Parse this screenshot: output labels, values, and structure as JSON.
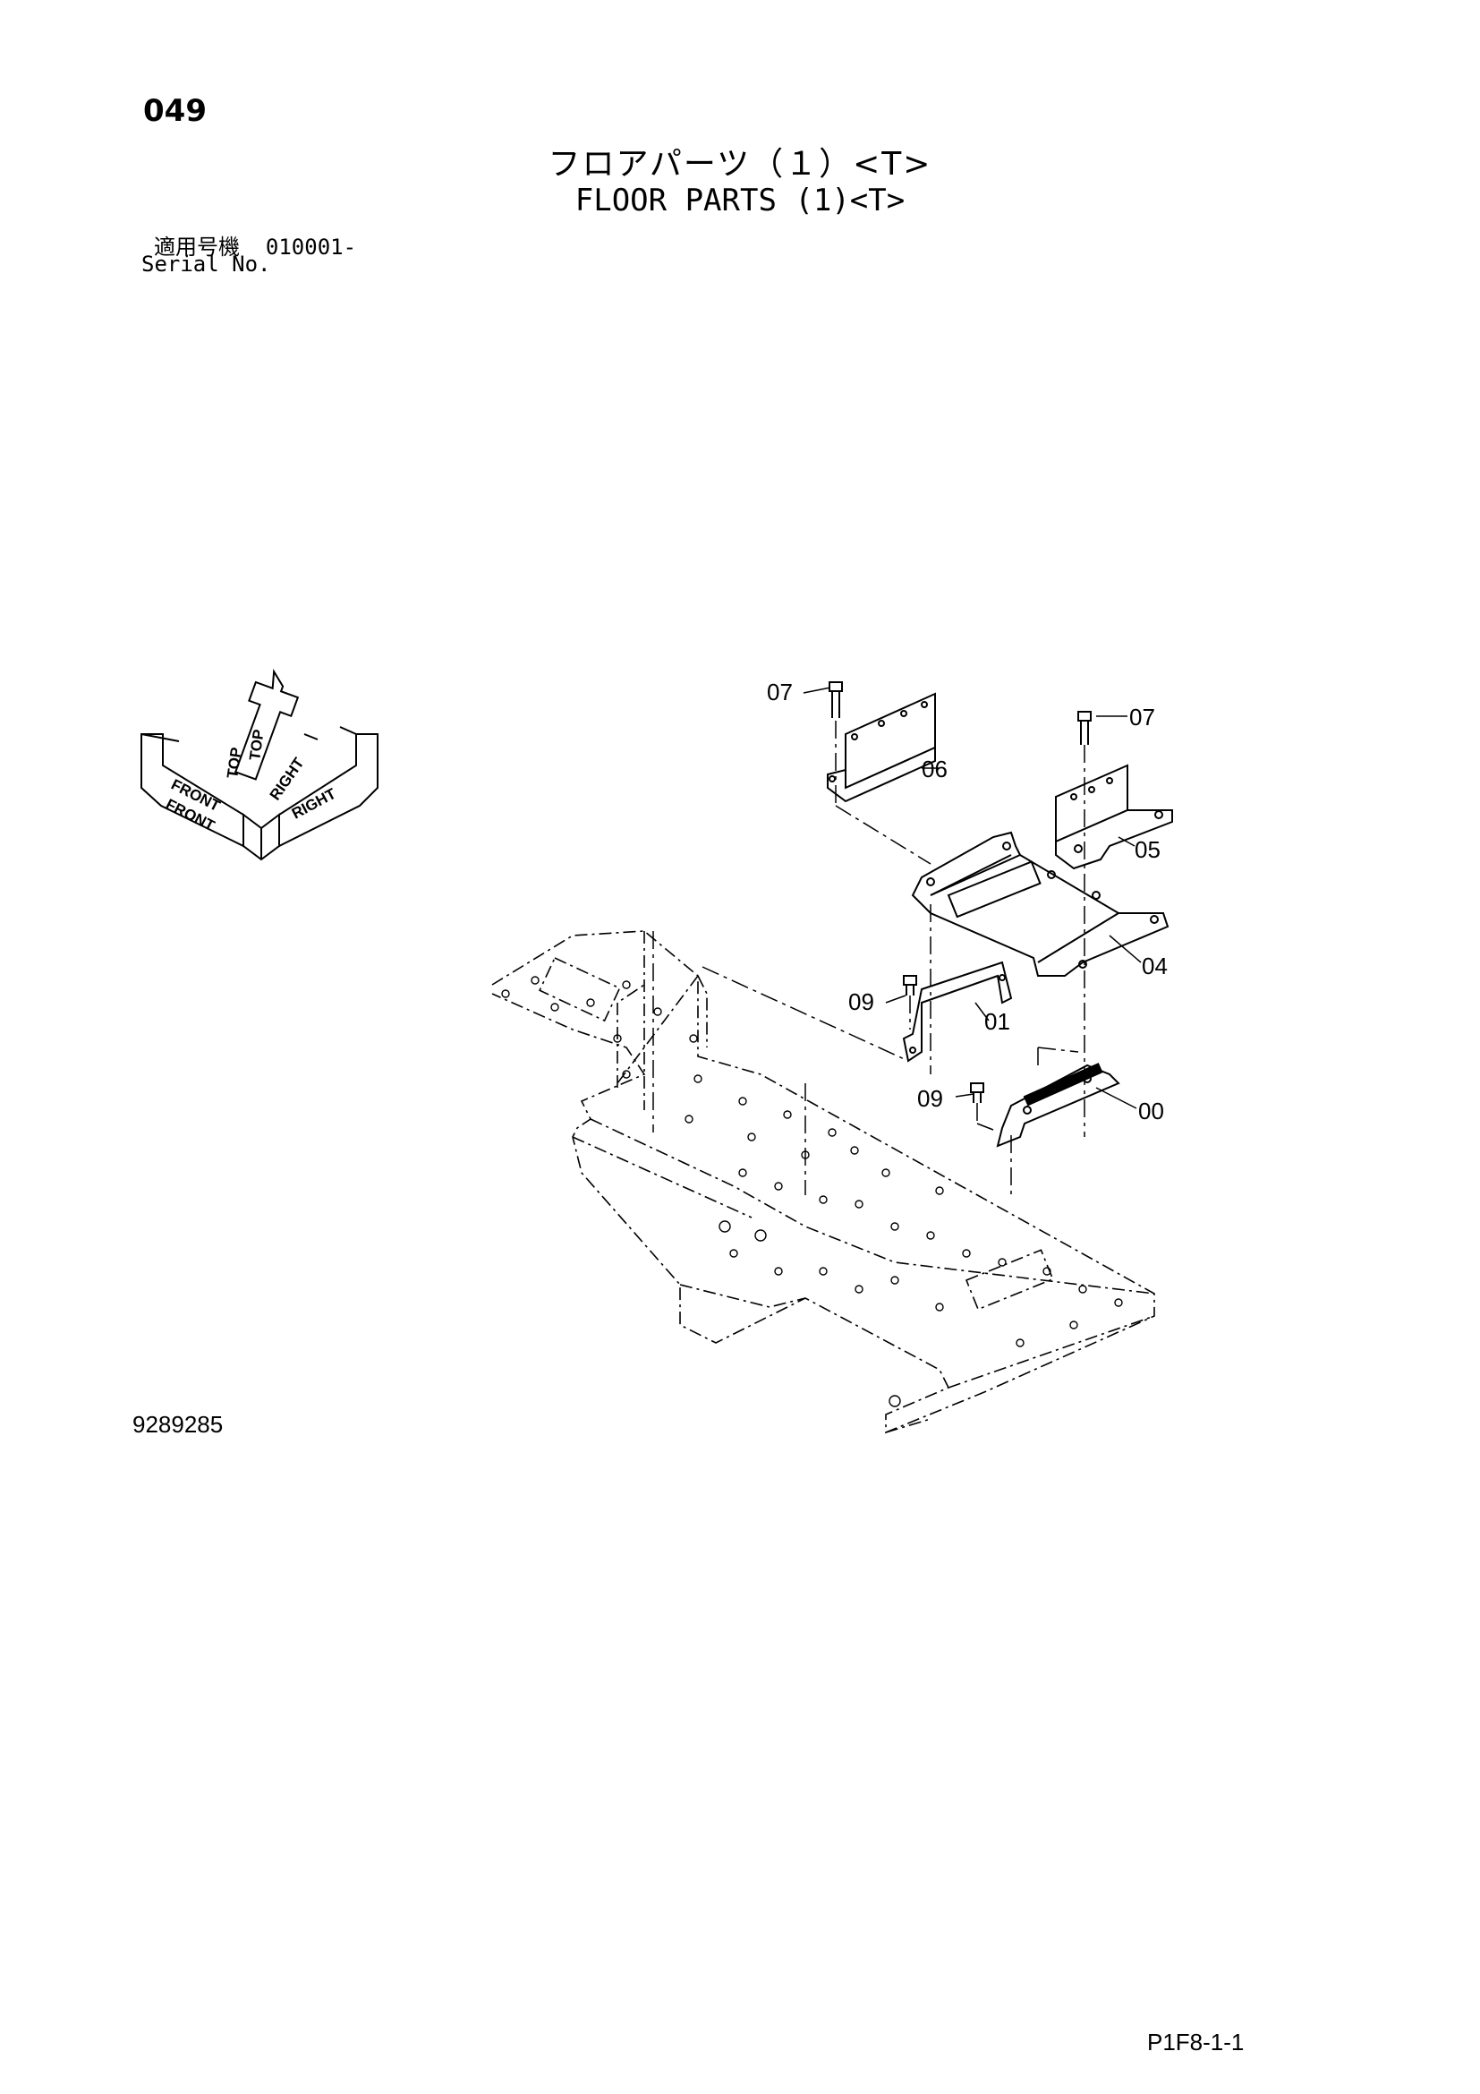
{
  "header": {
    "page_number": "049",
    "title_jp": "フロアパーツ（１）<T>",
    "title_en": "FLOOR PARTS (1)<T>",
    "serial_label_jp": "適用号機",
    "serial_value": "010001-",
    "serial_label_en": "Serial No."
  },
  "orientation": {
    "front": "FRONT",
    "top": "TOP",
    "right": "RIGHT"
  },
  "callouts": {
    "c07a": "07",
    "c07b": "07",
    "c06": "06",
    "c05": "05",
    "c04": "04",
    "c09a": "09",
    "c01": "01",
    "c09b": "09",
    "c00": "00"
  },
  "footer": {
    "drawing_number": "9289285",
    "page_code": "P1F8-1-1"
  }
}
